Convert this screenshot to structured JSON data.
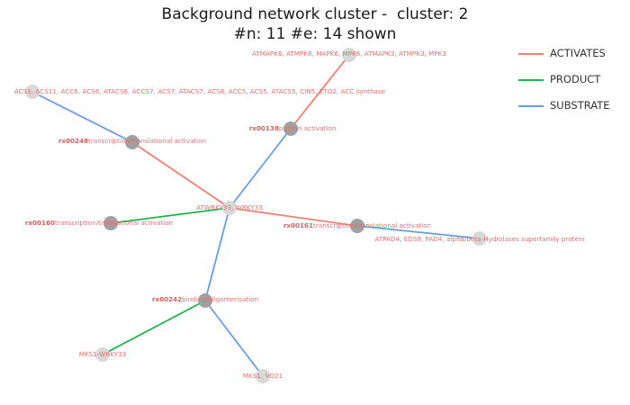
{
  "title": {
    "line1": "Background network cluster -  cluster: 2",
    "line2": "#n: 11 #e: 14 shown"
  },
  "colors": {
    "ACTIVATES": "#f08070",
    "PRODUCT": "#22b34a",
    "SUBSTRATE": "#6a9de0",
    "entity_node": "#d8d8d8",
    "reaction_node": "#a0a0a0"
  },
  "legend": [
    {
      "label": "ACTIVATES",
      "type": "ACTIVATES"
    },
    {
      "label": "PRODUCT",
      "type": "PRODUCT"
    },
    {
      "label": "SUBSTRATE",
      "type": "SUBSTRATE"
    }
  ],
  "nodes": [
    {
      "id": "atmapk",
      "kind": "entity",
      "label": "ATMAPK6, ATMPK6, MAPK6, MPK6, ATMAPK3, ATMPK3, MPK3"
    },
    {
      "id": "acs",
      "kind": "entity",
      "label": "ACS1, ACS11, ACC6, ACS6, ATACS6, ACCS7, ACS7, ATACS7, ACS8, ACC5, ACS5, ATACS5, CIN5, ETO2, ACC synthase"
    },
    {
      "id": "rx00248",
      "kind": "reaction",
      "rx": "rx00248",
      "label": "transcription/translational activation"
    },
    {
      "id": "rx00138",
      "kind": "reaction",
      "rx": "rx00138",
      "label": "protein activation"
    },
    {
      "id": "wrky33",
      "kind": "entity",
      "label": "ATWRKY33, WRKY33"
    },
    {
      "id": "rx00160",
      "kind": "reaction",
      "rx": "rx00160",
      "label": "transcription/translational activation"
    },
    {
      "id": "rx00161",
      "kind": "reaction",
      "rx": "rx00161",
      "label": "transcription/translational activation"
    },
    {
      "id": "atpad4",
      "kind": "entity",
      "label": "ATPAD4, EDS9, PAD4, alpha/beta-Hydrolases superfamily protein"
    },
    {
      "id": "rx00242",
      "kind": "reaction",
      "rx": "rx00242",
      "label": "binding/oligomerisation"
    },
    {
      "id": "mks1wrky",
      "kind": "entity",
      "label": "MKS1-WRKY33"
    },
    {
      "id": "mks1vq",
      "kind": "entity",
      "label": "MKS1, VQ21"
    }
  ],
  "edges": [
    {
      "from": "acs",
      "to": "rx00248",
      "type": "SUBSTRATE"
    },
    {
      "from": "rx00248",
      "to": "wrky33",
      "type": "ACTIVATES"
    },
    {
      "from": "atmapk",
      "to": "rx00138",
      "type": "ACTIVATES"
    },
    {
      "from": "rx00138",
      "to": "wrky33",
      "type": "SUBSTRATE"
    },
    {
      "from": "wrky33",
      "to": "rx00160",
      "type": "PRODUCT"
    },
    {
      "from": "wrky33",
      "to": "rx00161",
      "type": "ACTIVATES"
    },
    {
      "from": "rx00161",
      "to": "atpad4",
      "type": "SUBSTRATE"
    },
    {
      "from": "wrky33",
      "to": "rx00242",
      "type": "SUBSTRATE"
    },
    {
      "from": "rx00242",
      "to": "mks1wrky",
      "type": "PRODUCT"
    },
    {
      "from": "rx00242",
      "to": "mks1vq",
      "type": "SUBSTRATE"
    }
  ]
}
